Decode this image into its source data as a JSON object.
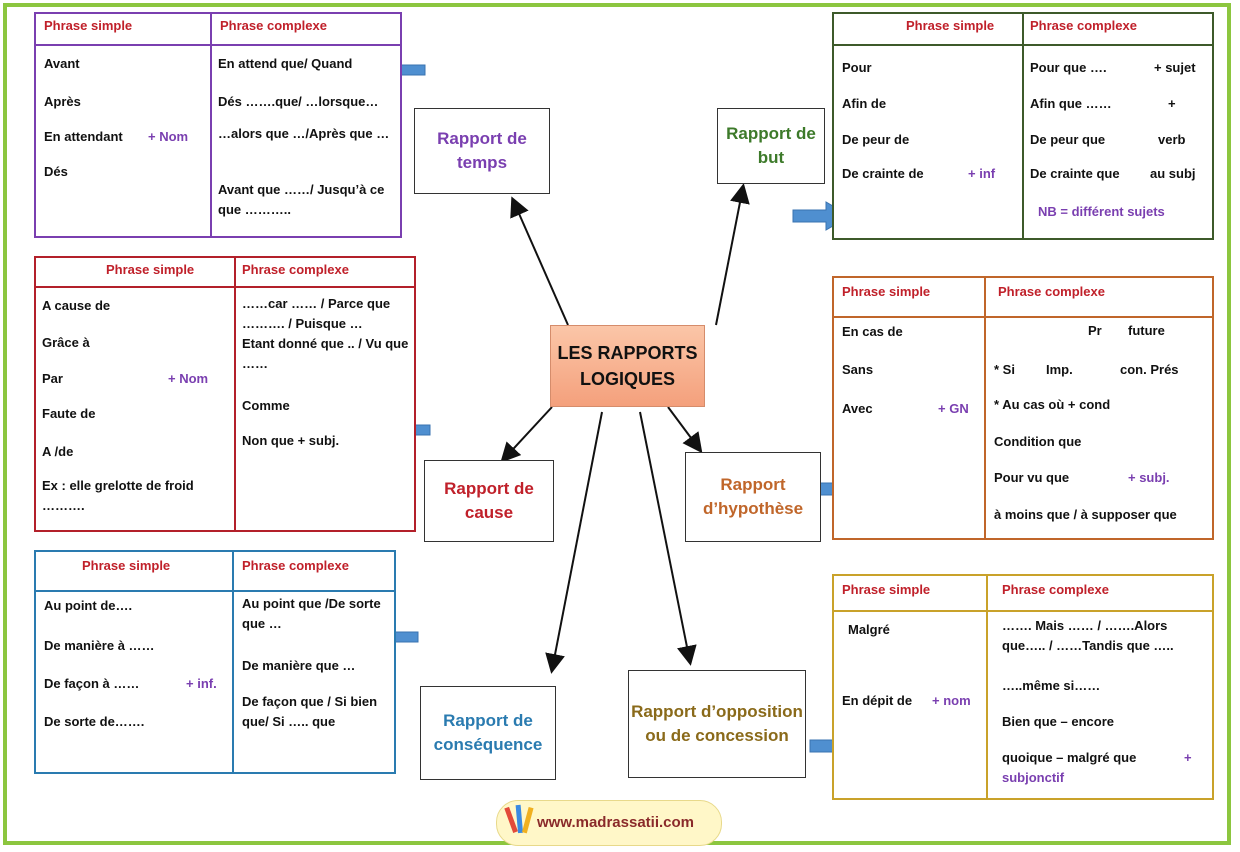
{
  "center": "LES RAPPORTS LOGIQUES",
  "labels": {
    "simple": "Phrase simple",
    "complexe": "Phrase complexe"
  },
  "temps": {
    "title": "Rapport de temps",
    "simple": [
      "Avant",
      "Après",
      "En attendant",
      "Dés"
    ],
    "simple_suffix": "+ Nom",
    "complexe": [
      "En attend que/ Quand",
      "Dés …….que/ …lorsque…",
      "…alors que …/Après que …",
      "Avant que ……/ Jusqu’à ce que ……….."
    ]
  },
  "but": {
    "title": "Rapport de but",
    "simple": [
      "Pour",
      "Afin de",
      "De peur de",
      "De crainte de"
    ],
    "simple_suffix": "+ inf",
    "complexe": [
      "Pour que ….",
      "Afin que ……",
      "De peur que",
      "De crainte que"
    ],
    "complexe_suffix": [
      "+ sujet",
      "+",
      "verb",
      "au subj"
    ],
    "nb": "NB = différent sujets"
  },
  "cause": {
    "title": "Rapport de cause",
    "simple": [
      "A cause de",
      "Grâce à",
      "Par",
      "Faute de",
      "A /de",
      "Ex : elle grelotte de froid ………."
    ],
    "simple_suffix": "+ Nom",
    "complexe": [
      "……car …… / Parce que ………. / Puisque …",
      "Etant donné que .. / Vu que ……",
      "Comme",
      "Non que + subj."
    ]
  },
  "hypothese": {
    "title": "Rapport d’hypothèse",
    "simple": [
      "En cas de",
      "Sans",
      "Avec"
    ],
    "simple_suffix": "+ GN",
    "si": "* Si",
    "pr": "Pr",
    "future": "future",
    "imp": "Imp.",
    "con": "con. Prés",
    "aucas": "* Au cas où + cond",
    "condition": "Condition que",
    "pourvu": "Pour vu que",
    "subj": "+ subj.",
    "amoins": "à moins que / à supposer que"
  },
  "consequence": {
    "title": "Rapport de conséquence",
    "simple": [
      "Au point de….",
      "De manière à ……",
      "De façon à ……",
      "De sorte de……."
    ],
    "simple_suffix": "+ inf.",
    "complexe": [
      "Au point que /De sorte que …",
      "De manière que …",
      "De façon que / Si bien que/ Si ….. que"
    ]
  },
  "opposition": {
    "title": "Rapport d’opposition ou de concession",
    "simple": [
      "Malgré",
      "En dépit de"
    ],
    "simple_suffix": "+ nom",
    "complexe": [
      "……. Mais …… / …….Alors que….. / ……Tandis que …..",
      "…..même si……",
      "Bien que – encore",
      "quoique – malgré que"
    ],
    "complexe_plus": "+",
    "complexe_suffix": "subjonctif"
  },
  "website": "www.madrassatii.com"
}
